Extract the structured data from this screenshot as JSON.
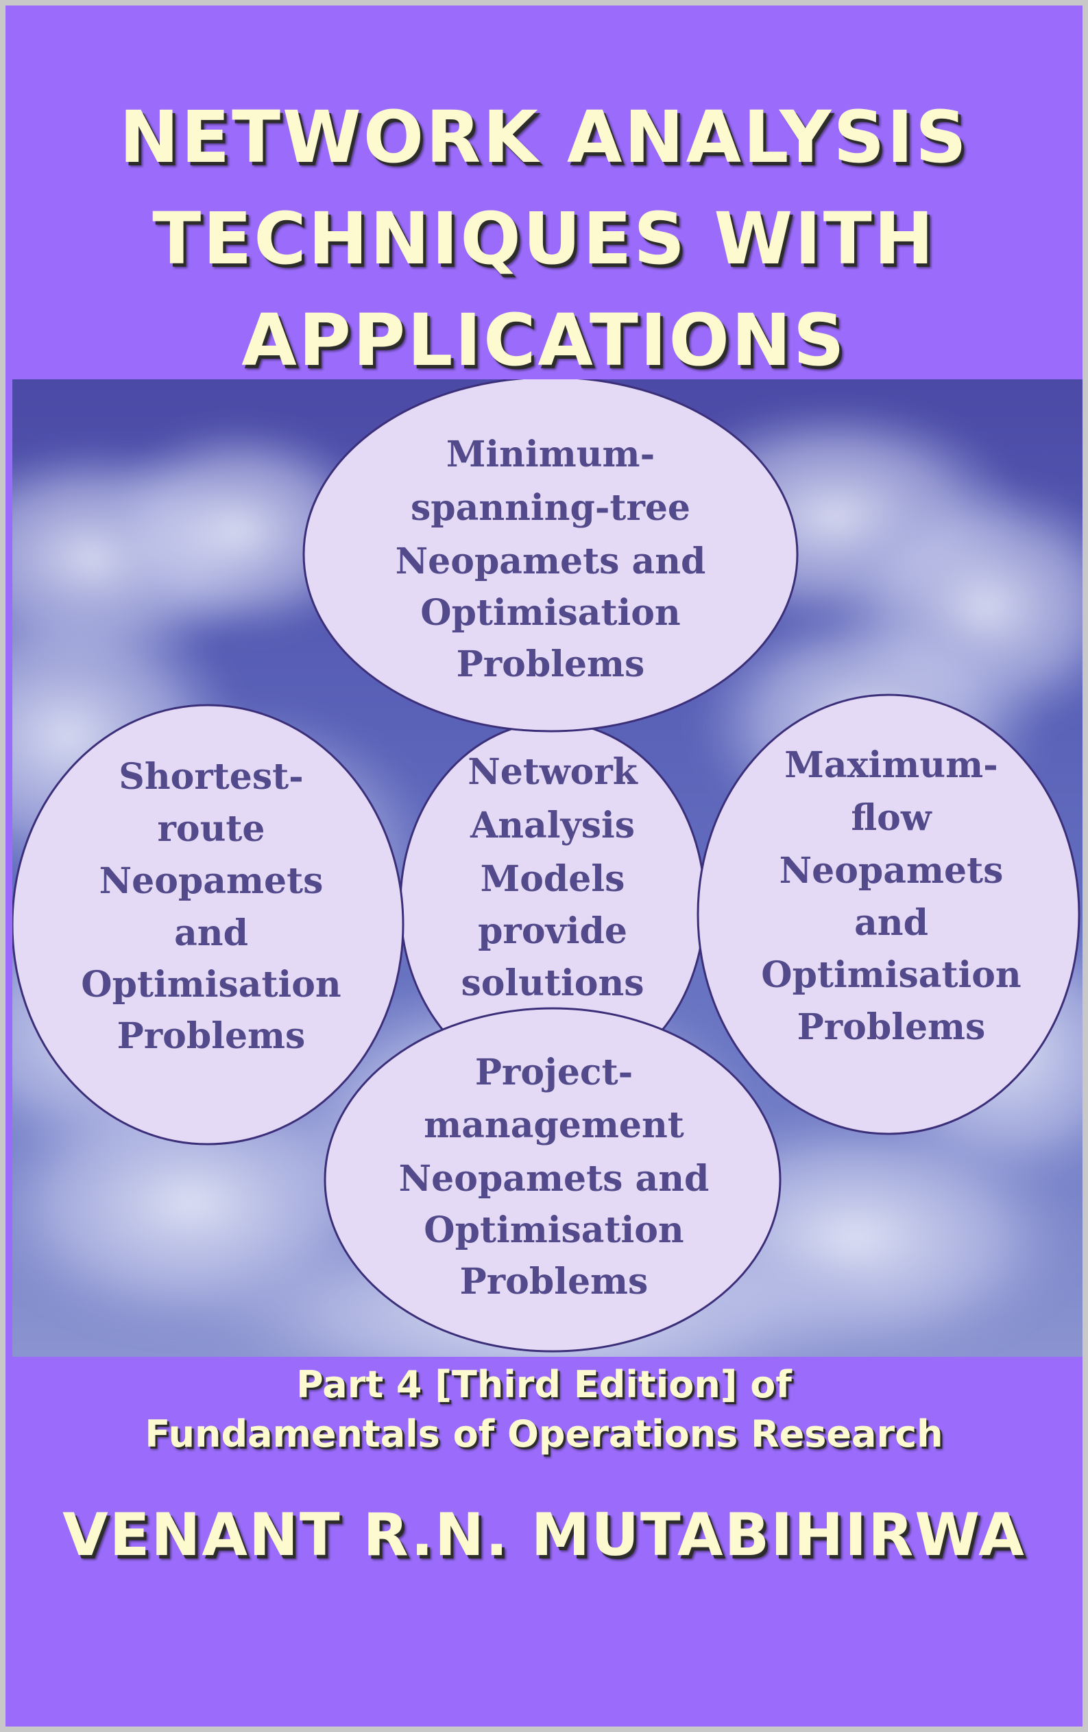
{
  "cover": {
    "title_lines": [
      "NETWORK ANALYSIS",
      "TECHNIQUES WITH",
      "APPLICATIONS"
    ],
    "bubbles": {
      "top": [
        "Minimum-",
        "spanning-tree",
        "Neopamets and",
        "Optimisation",
        "Problems"
      ],
      "left": [
        "Shortest-",
        "route",
        "Neopamets",
        "and",
        "Optimisation",
        "Problems"
      ],
      "center": [
        "Network",
        "Analysis",
        "Models",
        "provide",
        "solutions"
      ],
      "right": [
        "Maximum-",
        "flow",
        "Neopamets",
        "and",
        "Optimisation",
        "Problems"
      ],
      "bottom": [
        "Project-",
        "management",
        "Neopamets and",
        "Optimisation",
        "Problems"
      ]
    },
    "subtitle_lines": [
      "Part 4 [Third Edition] of",
      "Fundamentals of Operations Research"
    ],
    "author": "VENANT R.N. MUTABIHIRWA"
  },
  "colors": {
    "background": "#9b6cfb",
    "title_text": "#fdfad0",
    "bubble_fill": "#e4daf5",
    "bubble_text": "#524a8a",
    "sky": "#5a64b8"
  }
}
